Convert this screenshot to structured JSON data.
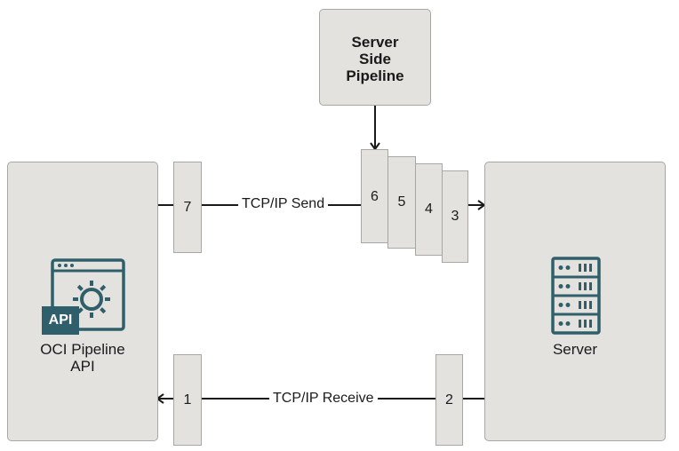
{
  "server_side_pipeline": {
    "line1": "Server",
    "line2": "Side",
    "line3": "Pipeline"
  },
  "client": {
    "line1": "OCI Pipeline",
    "line2": "API",
    "icon_badge": "API",
    "icon": "api-gear-window-icon"
  },
  "server": {
    "label": "Server",
    "icon": "server-rack-icon"
  },
  "packets": {
    "p1": "1",
    "p2": "2",
    "p3": "3",
    "p4": "4",
    "p5": "5",
    "p6": "6",
    "p7": "7"
  },
  "links": {
    "send": "TCP/IP Send",
    "receive": "TCP/IP Receive"
  },
  "colors": {
    "box_fill": "#e4e2df",
    "box_border": "#a9a6a3",
    "icon_teal": "#2f5f6b"
  }
}
